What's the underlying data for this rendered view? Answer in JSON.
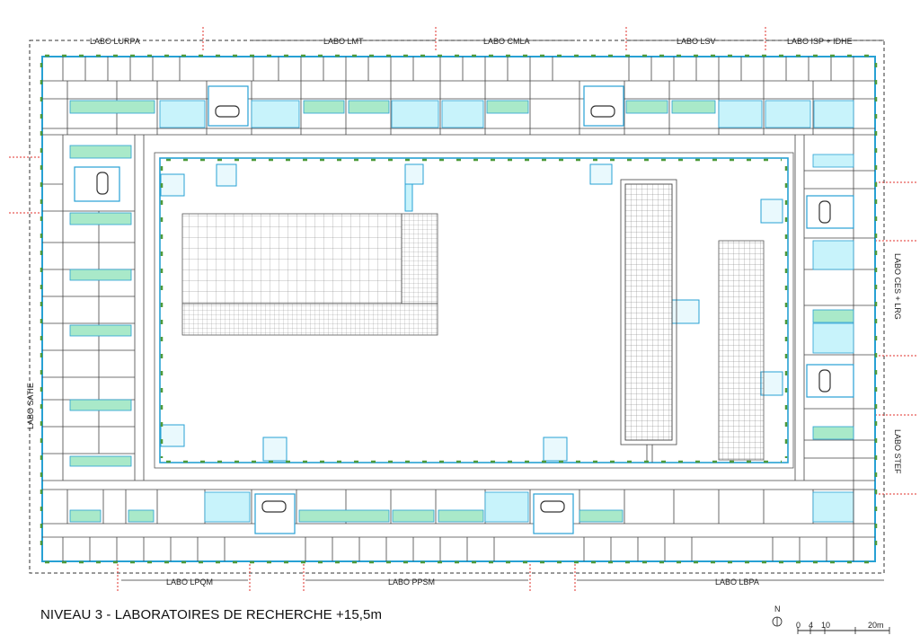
{
  "plan_title": "NIVEAU 3 - LABORATOIRES DE RECHERCHE +15,5m",
  "labels": {
    "top": [
      "LABO LURPA",
      "LABO LMT",
      "LABO CMLA",
      "LABO LSV",
      "LABO ISP + IDHE"
    ],
    "bottom": [
      "LABO LPQM",
      "LABO PPSM",
      "LABO  LBPA"
    ],
    "left": "LABO SATIE",
    "right": [
      "LABO CES + LRG",
      "LABO STEF"
    ]
  },
  "north_label": "N",
  "scale_ticks": [
    "0",
    "4",
    "10",
    "20m"
  ],
  "colors": {
    "cyan_room": "#c8f3fb",
    "green_room": "#a9e9c9",
    "facade_blue": "#27a1d4",
    "wall": "#3a3a3a",
    "dim_red": "#e0312b",
    "planting": "#4f9a3b"
  }
}
